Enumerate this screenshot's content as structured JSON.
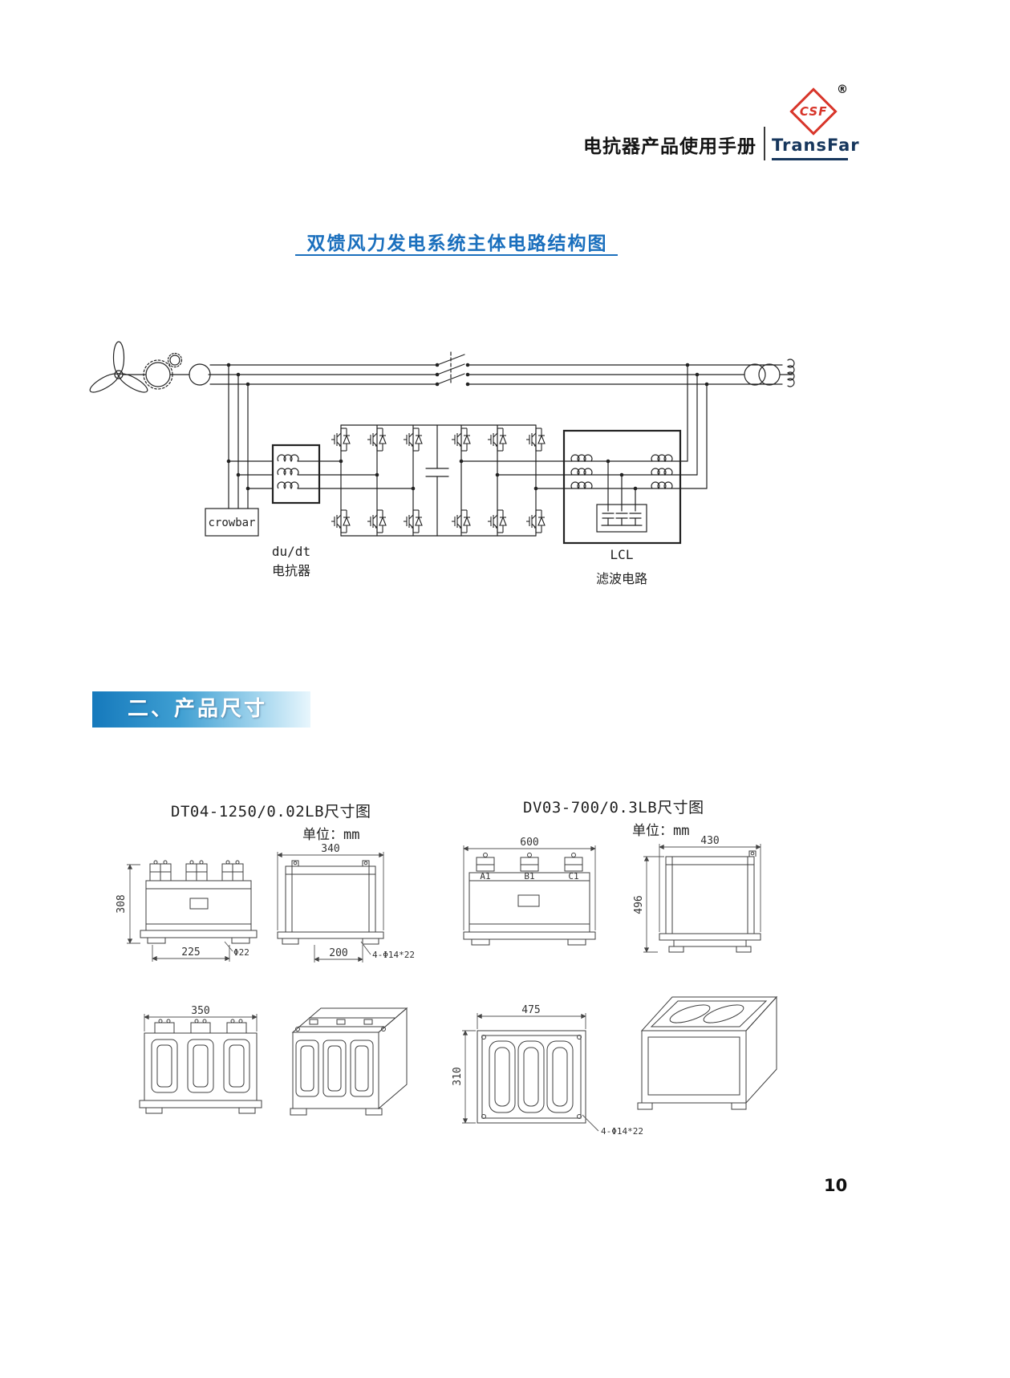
{
  "header": {
    "manual_title": "电抗器产品使用手册",
    "brand": "TransFar",
    "logo_text": "CSF",
    "registered_mark": "®"
  },
  "circuit": {
    "title": "双馈风力发电系统主体电路结构图",
    "labels": {
      "crowbar": "crowbar",
      "dudt_line1": "du/dt",
      "dudt_line2": "电抗器",
      "lcl_line1": "LCL",
      "lcl_line2": "滤波电路"
    }
  },
  "section2": {
    "title": "二、产品尺寸"
  },
  "drawings": {
    "dt04": {
      "title": "DT04-1250/0.02LB尺寸图",
      "unit": "单位：mm",
      "dims": {
        "side_width": "340",
        "front_height": "308",
        "front_width": "225",
        "base_hole": "Φ22",
        "base_width": "200",
        "hole_note": "4-Φ14*22",
        "coil_front_width": "350"
      }
    },
    "dv03": {
      "title": "DV03-700/0.3LB尺寸图",
      "unit": "单位：mm",
      "terminals": [
        "A1",
        "B1",
        "C1"
      ],
      "dims": {
        "front_width": "600",
        "side_width": "430",
        "side_height": "496",
        "top_width": "475",
        "top_depth": "310",
        "hole_note": "4-Φ14*22"
      }
    }
  },
  "page_number": "10"
}
